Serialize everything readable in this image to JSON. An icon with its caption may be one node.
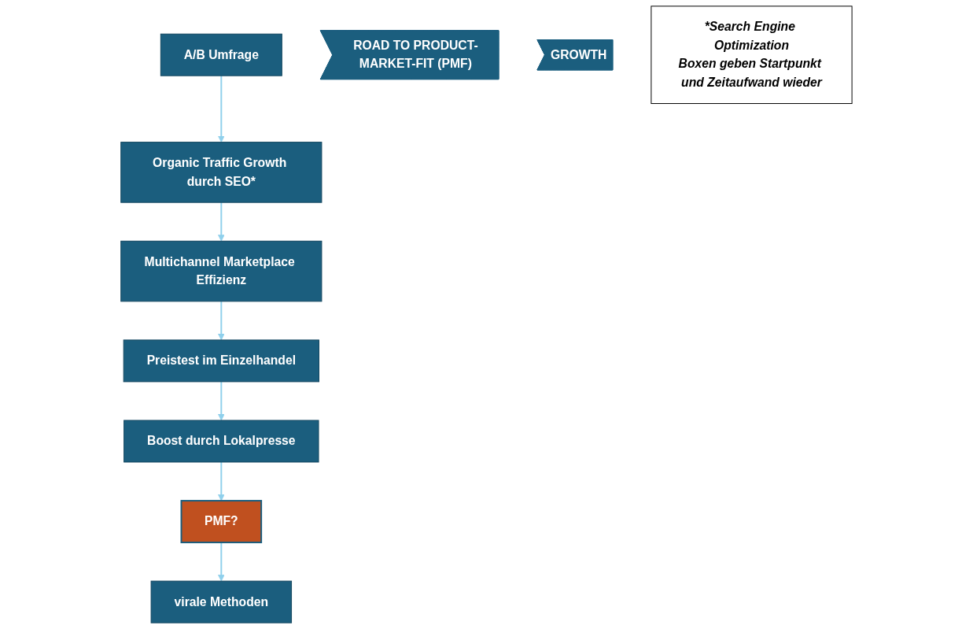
{
  "diagram": {
    "nodes": [
      {
        "text": [
          "A/B Umfrage"
        ]
      },
      {
        "text": [
          "Organic Traffic Growth durch SEO*"
        ]
      },
      {
        "text": [
          "Multichannel Marketplace Effizienz"
        ]
      },
      {
        "text": [
          "Preistest im Einzelhandel"
        ]
      },
      {
        "text": [
          "Boost durch Lokalpresse"
        ]
      },
      {
        "text": [
          "PMF?"
        ]
      },
      {
        "text": [
          "virale Methoden"
        ]
      },
      {
        "text": [
          "ROAD TO PRODUCT-MARKET-FIT (PMF)"
        ]
      },
      {
        "text": [
          "GROWTH"
        ]
      },
      {
        "text": [
          "*Search Engine Optimization",
          "Boxen geben Startpunkt und Zeitaufwand wieder"
        ]
      }
    ],
    "edges": [
      {
        "from": 0,
        "to": 1,
        "arrow": "to"
      },
      {
        "from": 1,
        "to": 2,
        "arrow": "to"
      },
      {
        "from": 2,
        "to": 3,
        "arrow": "to"
      },
      {
        "from": 3,
        "to": 4,
        "arrow": "to"
      },
      {
        "from": 4,
        "to": 5,
        "arrow": "to"
      },
      {
        "from": 5,
        "to": 6,
        "arrow": "to"
      }
    ]
  }
}
